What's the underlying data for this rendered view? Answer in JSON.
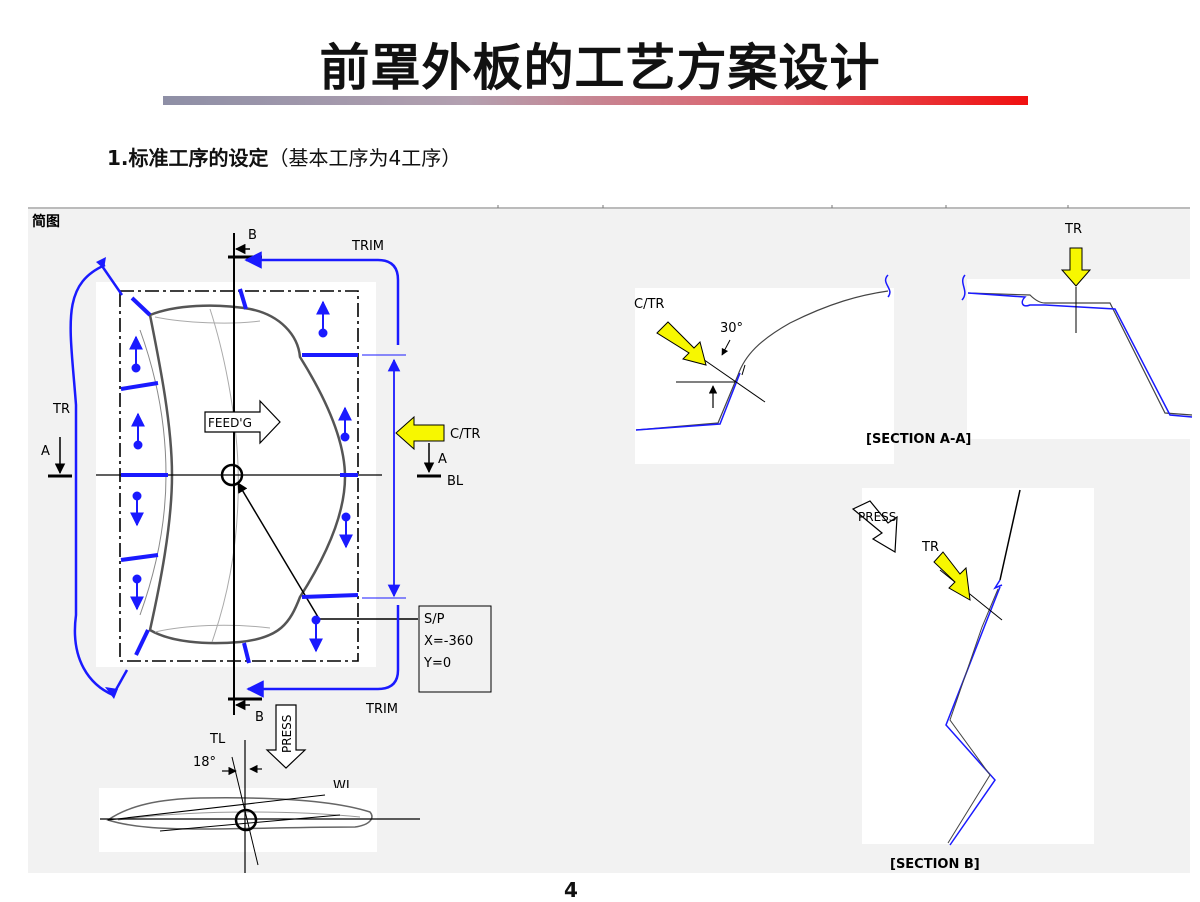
{
  "page": {
    "title": "前罩外板的工艺方案设计",
    "subtitle_bold": "1.标准工序的设定",
    "subtitle_normal": "（基本工序为4工序）",
    "page_number": "4"
  },
  "diagram": {
    "header": "简图",
    "labels": {
      "b_top": "B",
      "b_bottom": "B",
      "trim_top": "TRIM",
      "trim_bottom": "TRIM",
      "tr_left": "TR",
      "a_left": "A",
      "a_right": "A",
      "feed": "FEED'G",
      "ctr_right": "C/TR",
      "bl": "BL",
      "sp_line1": "S/P",
      "sp_line2": "X=-360",
      "sp_line3": "Y=0",
      "press_vertical": "PRESS",
      "tl": "TL",
      "angle18": "18°",
      "wl": "WL",
      "ctr_section": "C/TR",
      "angle30": "30°",
      "tr_section_a": "TR",
      "section_aa": "[SECTION A-A]",
      "press_b": "PRESS",
      "tr_section_b": "TR",
      "section_b": "[SECTION B]"
    },
    "colors": {
      "blue": "#1a1aff",
      "yellow": "#f7f700",
      "panel_bg": "#f2f2f2"
    }
  }
}
